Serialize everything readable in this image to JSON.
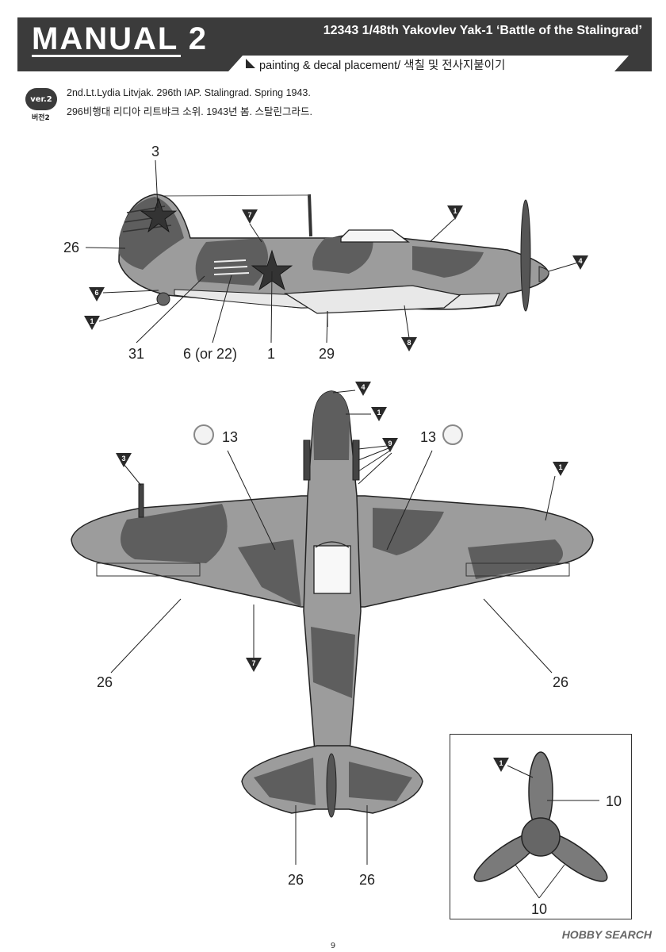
{
  "header": {
    "manual_title": "MANUAL 2",
    "kit_title": "12343 1/48th Yakovlev Yak-1 ‘Battle of the Stalingrad’",
    "subheader": "painting & decal placement/ 색칠 및 전사지붙이기"
  },
  "version": {
    "badge": "ver.2",
    "korean": "버전2"
  },
  "description": {
    "english": "2nd.Lt.Lydia Litvjak. 296th IAP. Stalingrad. Spring 1943.",
    "korean": "296비행대 리디아 리트뱌크 소위. 1943년 봄. 스탈린그라드."
  },
  "side_view": {
    "decal_callouts": [
      "3",
      "26",
      "31",
      "6 (or 22)",
      "1",
      "29"
    ],
    "paint_callouts": [
      "7",
      "1",
      "4",
      "6",
      "1",
      "8"
    ]
  },
  "top_view": {
    "decal_callouts": [
      "13",
      "13",
      "26",
      "26",
      "26",
      "26"
    ],
    "paint_callouts": [
      "4",
      "1",
      "9",
      "3",
      "1",
      "7"
    ]
  },
  "propeller_inset": {
    "paint_callouts": [
      "1"
    ],
    "decal_callouts": [
      "10",
      "10"
    ]
  },
  "footer": {
    "page_number": "9",
    "watermark": "HOBBY SEARCH"
  },
  "colors": {
    "header_bg": "#3b3b3b",
    "camo_light": "#9c9c9c",
    "camo_dark": "#5e5e5e",
    "underside": "#e8e8e8",
    "star_red": "#333333"
  }
}
